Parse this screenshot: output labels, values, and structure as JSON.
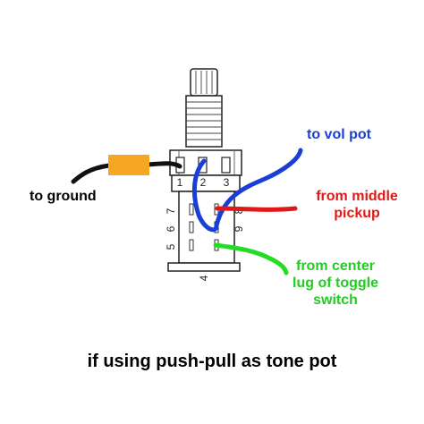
{
  "labels": {
    "to_ground": "to ground",
    "to_vol_pot": "to vol pot",
    "from_middle_line1": "from middle",
    "from_middle_line2": "pickup",
    "from_center_line1": "from center",
    "from_center_line2": "lug of toggle",
    "from_center_line3": "switch",
    "caption": "if using push-pull as tone pot"
  },
  "lug_numbers": {
    "n1": "1",
    "n2": "2",
    "n3": "3",
    "n4": "4",
    "n5": "5",
    "n6": "6",
    "n7": "7",
    "n8": "8",
    "n9": "9"
  },
  "colors": {
    "black_wire": "#111111",
    "capacitor": "#f5a623",
    "blue_wire": "#1a3fd6",
    "blue_label": "#1a3fd6",
    "red_wire": "#e01818",
    "red_label": "#e01818",
    "green_wire": "#22dd22",
    "green_label": "#22cc22",
    "ground_label": "#000000",
    "caption": "#000000"
  }
}
